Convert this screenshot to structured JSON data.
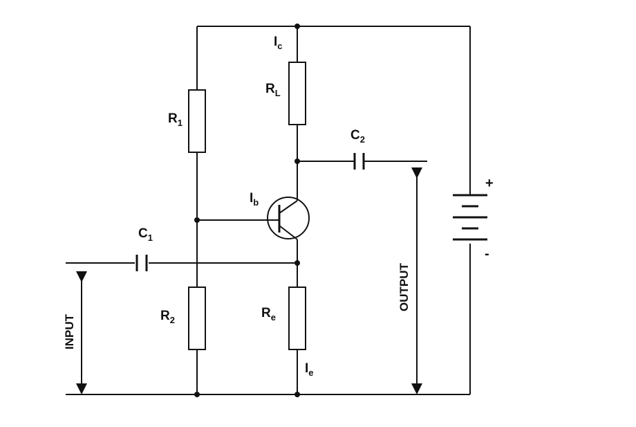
{
  "components": {
    "r1": {
      "main": "R",
      "sub": "1"
    },
    "r2": {
      "main": "R",
      "sub": "2"
    },
    "rl": {
      "main": "R",
      "sub": "L"
    },
    "re": {
      "main": "R",
      "sub": "e"
    },
    "c1": {
      "main": "C",
      "sub": "1"
    },
    "c2": {
      "main": "C",
      "sub": "2"
    },
    "ic": {
      "main": "I",
      "sub": "c"
    },
    "ib": {
      "main": "I",
      "sub": "b"
    },
    "ie": {
      "main": "I",
      "sub": "e"
    }
  },
  "terminals": {
    "input": "INPUT",
    "output": "OUTPUT"
  },
  "battery": {
    "plus": "+",
    "minus": "-"
  }
}
